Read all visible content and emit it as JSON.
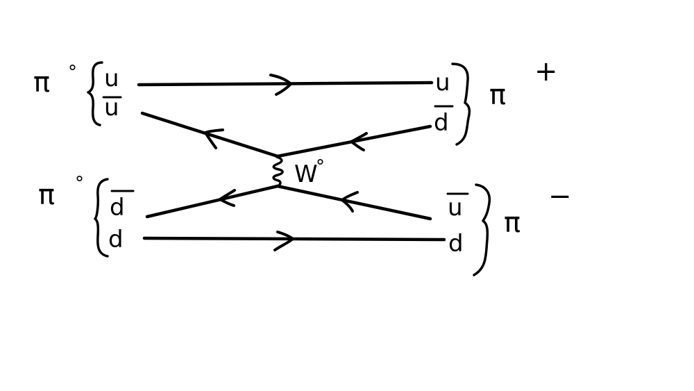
{
  "diagram": {
    "type": "feynman",
    "title": "",
    "particles": {
      "top_left": {
        "name": "π",
        "charge": "°",
        "quarks": [
          {
            "symbol": "u",
            "anti": false
          },
          {
            "symbol": "u",
            "anti": true
          }
        ]
      },
      "bottom_left": {
        "name": "π",
        "charge": "°",
        "quarks": [
          {
            "symbol": "d",
            "anti": true
          },
          {
            "symbol": "d",
            "anti": false
          }
        ]
      },
      "top_right": {
        "name": "π",
        "charge": "+",
        "quarks": [
          {
            "symbol": "u",
            "anti": false
          },
          {
            "symbol": "d",
            "anti": true
          }
        ]
      },
      "bottom_right": {
        "name": "π",
        "charge": "−",
        "quarks": [
          {
            "symbol": "u",
            "anti": true
          },
          {
            "symbol": "d",
            "anti": false
          }
        ]
      }
    },
    "exchange_boson": {
      "name": "W",
      "charge": "°"
    },
    "lines": [
      {
        "from": "u (top-left)",
        "to": "u (top-right)",
        "arrow": "right"
      },
      {
        "from": "d̄ (top-right)",
        "to": "vertex-top",
        "arrow": "left"
      },
      {
        "from": "vertex-top",
        "to": "ū (top-left)",
        "arrow": "left"
      },
      {
        "from": "ū (bottom-right)",
        "to": "vertex-bottom",
        "arrow": "left"
      },
      {
        "from": "vertex-bottom",
        "to": "d̄ (bottom-left)",
        "arrow": "left"
      },
      {
        "from": "d (bottom-left)",
        "to": "d (bottom-right)",
        "arrow": "right"
      }
    ]
  }
}
